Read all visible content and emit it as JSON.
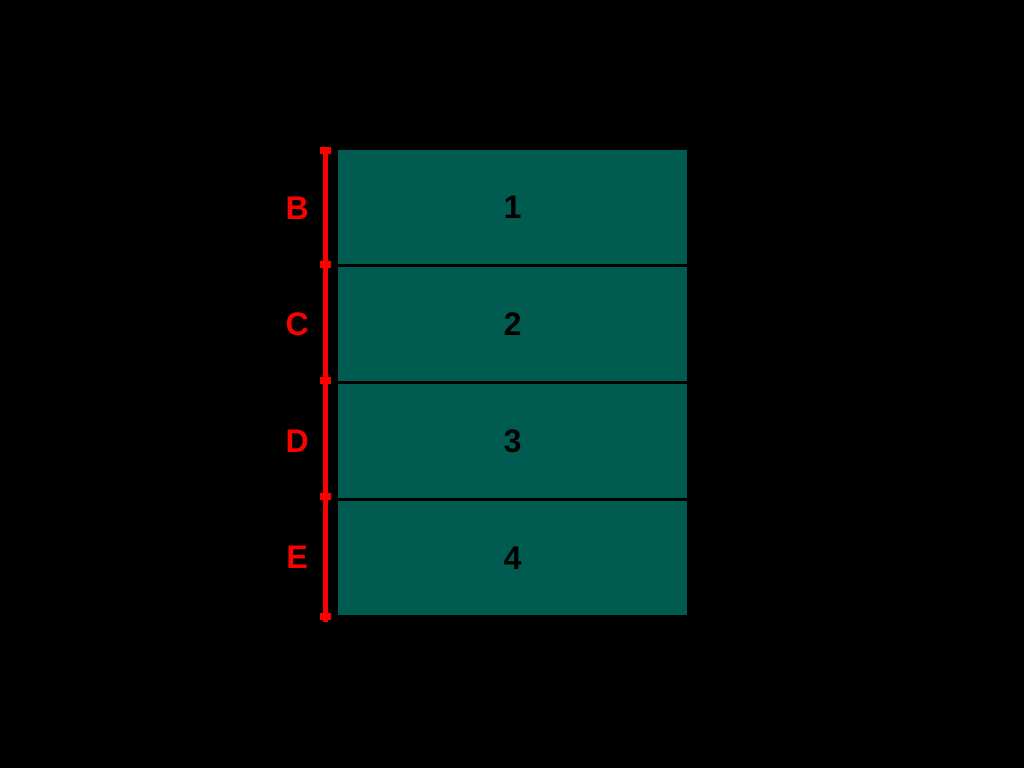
{
  "diagram": {
    "description": "Four stacked teal layers numbered 1-4 beside a red vertical scale line with tick marks; intervals labeled B, C, D, E",
    "colors": {
      "background": "#000000",
      "bar-fill": "#005B50",
      "line-color": "#FF0000",
      "letter-color": "#FF0000",
      "number-color": "#000000"
    },
    "segments": [
      {
        "letter": "B",
        "number": "1"
      },
      {
        "letter": "C",
        "number": "2"
      },
      {
        "letter": "D",
        "number": "3"
      },
      {
        "letter": "E",
        "number": "4"
      }
    ]
  }
}
